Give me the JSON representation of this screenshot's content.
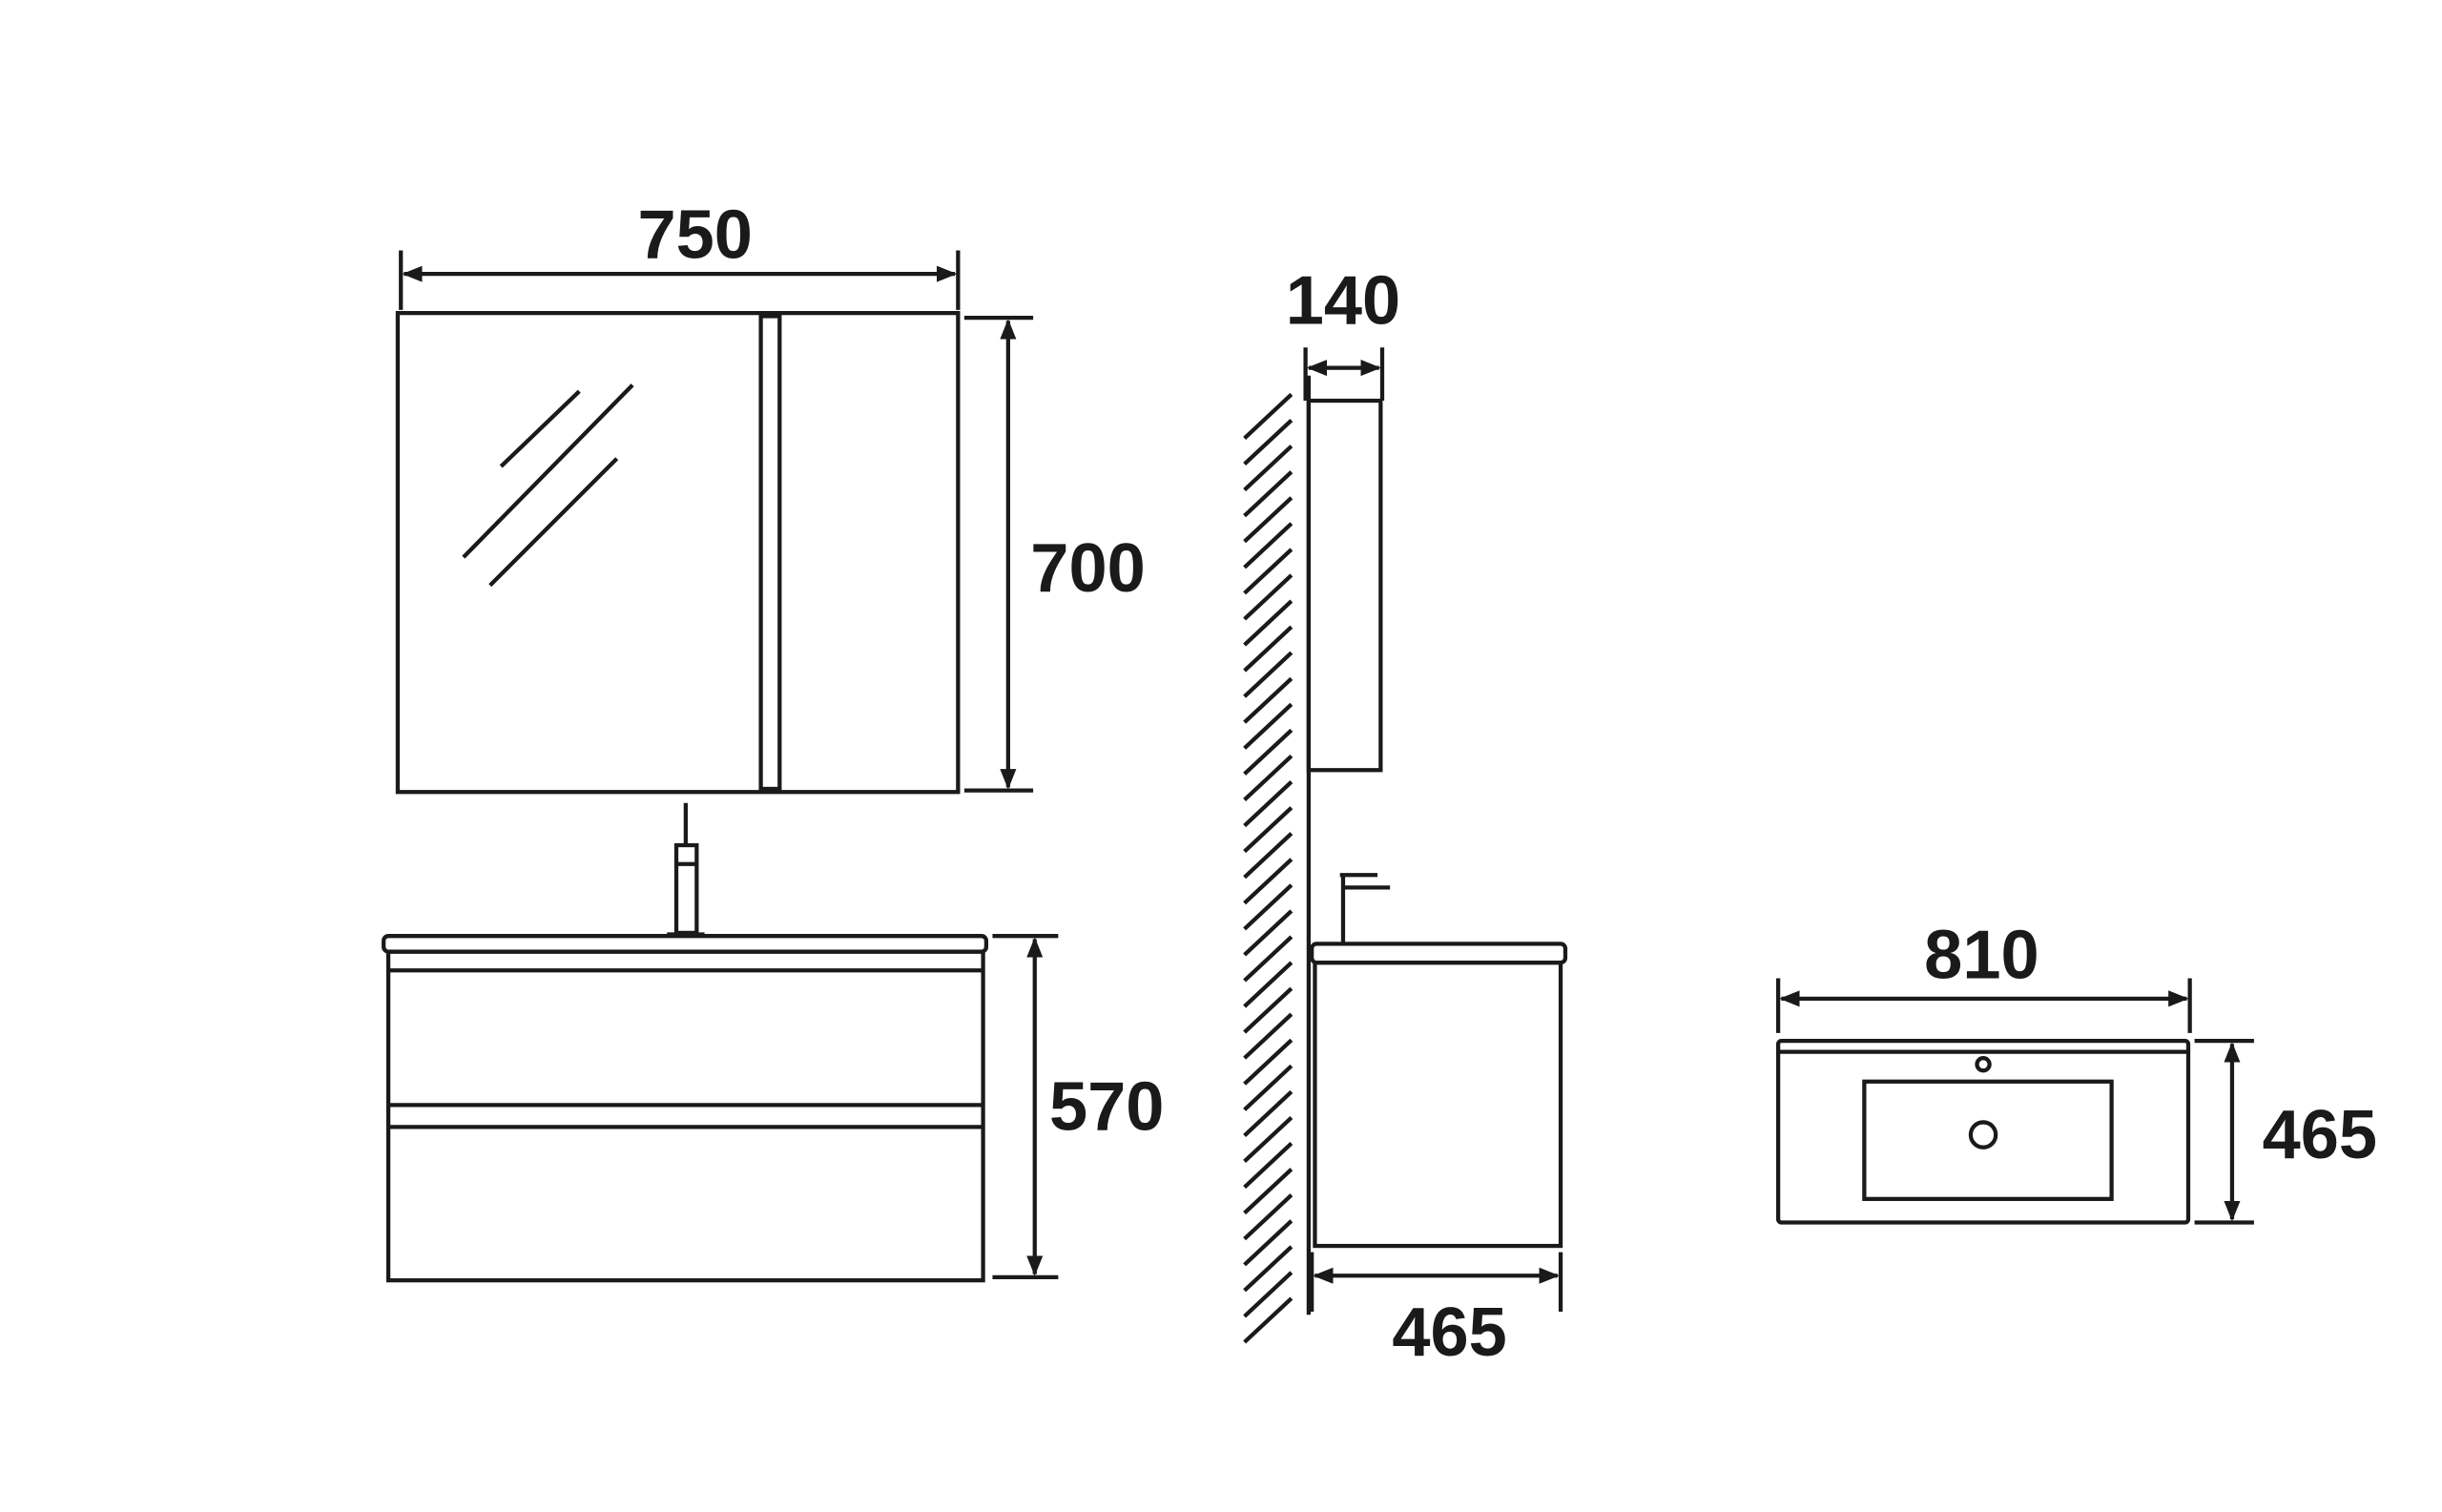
{
  "dimensions": {
    "mirror_width": "750",
    "mirror_height": "700",
    "vanity_height": "570",
    "mirror_depth": "140",
    "vanity_depth": "465",
    "basin_width": "810",
    "basin_depth": "465"
  },
  "colors": {
    "line": "#1a1a1a",
    "background": "#ffffff"
  }
}
